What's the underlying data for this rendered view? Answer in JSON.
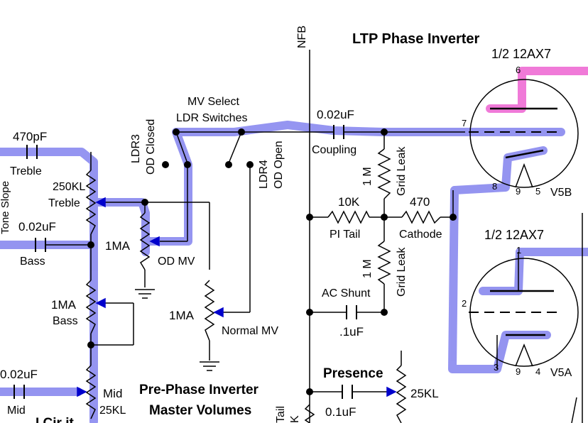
{
  "colors": {
    "highlight_blue": "#8f8ff0",
    "highlight_pink": "#f07ad8",
    "wire": "#000000",
    "arrow_blue": "#0000cc"
  },
  "sections": {
    "ltp_title": "LTP Phase Inverter",
    "ppi_title_1": "Pre-Phase Inverter",
    "ppi_title_2": "Master Volumes",
    "presence_title": "Presence",
    "ip_partial": "I  Cir it"
  },
  "tubes": {
    "v5b": {
      "name": "V5B",
      "type": "1/2 12AX7",
      "pins": [
        "6",
        "7",
        "8",
        "9",
        "5"
      ]
    },
    "v5a": {
      "name": "V5A",
      "type": "1/2 12AX7",
      "pins": [
        "1",
        "2",
        "3",
        "9",
        "4"
      ]
    }
  },
  "labels": {
    "nfb": "NFB",
    "mv_select_1": "MV Select",
    "mv_select_2": "LDR Switches",
    "ldr3_1": "LDR3",
    "ldr3_2": "OD Closed",
    "ldr4_1": "LDR4",
    "ldr4_2": "OD Open",
    "c_coupling_val": "0.02uF",
    "c_coupling": "Coupling",
    "grid_leak_val": "1 M",
    "grid_leak": "Grid Leak",
    "pi_tail_val": "10K",
    "pi_tail": "PI Tail",
    "cathode_val": "470",
    "cathode": "Cathode",
    "grid_leak2_val": "1 M",
    "grid_leak2": "Grid Leak",
    "ac_shunt": "AC Shunt",
    "ac_shunt_val": ".1uF",
    "c_470pf": "470pF",
    "treble_cap": "Treble",
    "tone_slope": "Tone Slope",
    "treble_pot_val": "250KL",
    "treble_pot": "Treble",
    "bass_cap_val": "0.02uF",
    "bass_cap": "Bass",
    "bass_pot_val": "1MA",
    "bass_pot": "Bass",
    "od_mv_val": "1MA",
    "od_mv": "OD MV",
    "normal_mv_val": "1MA",
    "normal_mv": "Normal MV",
    "mid_cap_val": "0.02uF",
    "mid_cap": "Mid",
    "mid_pot": "Mid",
    "mid_pot_val": "25KL",
    "presence_cap": "0.1uF",
    "presence_pot": "25KL",
    "tail_partial": "Tail",
    "k_partial": "K"
  }
}
